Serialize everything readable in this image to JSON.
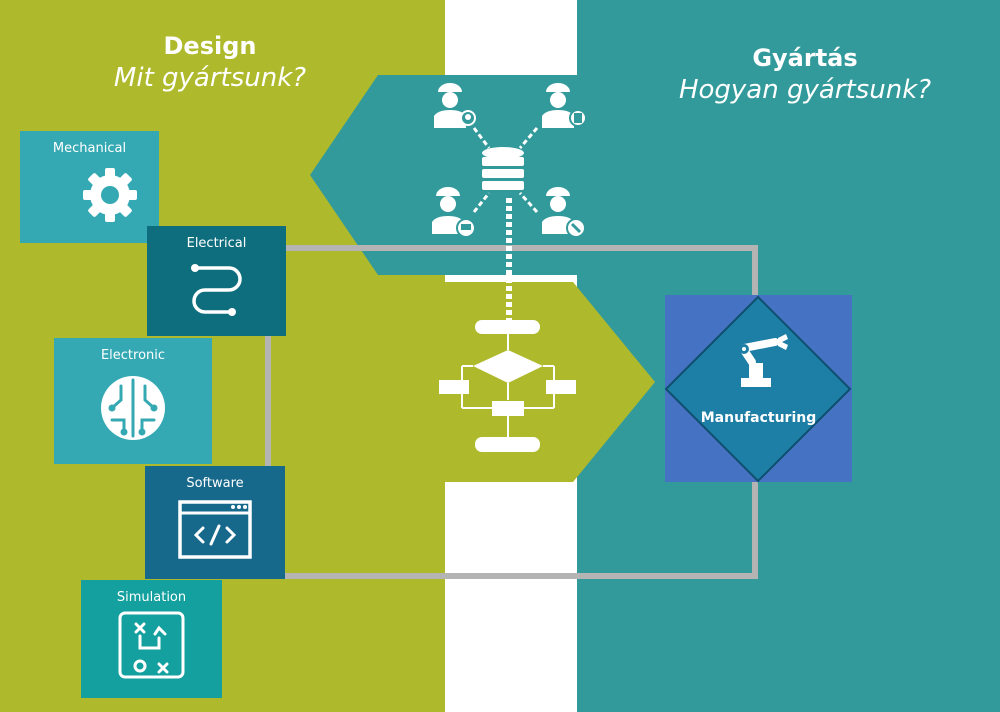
{
  "design": {
    "title": "Design",
    "subtitle": "Mit gyártsunk?"
  },
  "manufacturing": {
    "title": "Gyártás",
    "subtitle": "Hogyan gyártsunk?",
    "box_label": "Manufacturing"
  },
  "tiles": {
    "mechanical": "Mechanical",
    "electrical": "Electrical",
    "electronic": "Electronic",
    "software": "Software",
    "simulation": "Simulation"
  },
  "colors": {
    "design_bg": "#AEB92B",
    "gap_bg": "#FFFFFF",
    "mfg_bg": "#339A9B",
    "teal_light": "#35A9B3",
    "teal_dark": "#0F6E7E",
    "blue_dark": "#17698C",
    "teal_mid": "#13A09E",
    "mfg_box": "#4672C4",
    "mfg_diamond": "#1E7FA6"
  },
  "icons": [
    "gear-icon",
    "circuit-path-icon",
    "chip-icon",
    "code-window-icon",
    "strategy-board-icon",
    "database-icon",
    "engineer-idea-icon",
    "engineer-document-icon",
    "engineer-laptop-icon",
    "engineer-tool-icon",
    "flowchart-icon",
    "robot-arm-icon"
  ]
}
